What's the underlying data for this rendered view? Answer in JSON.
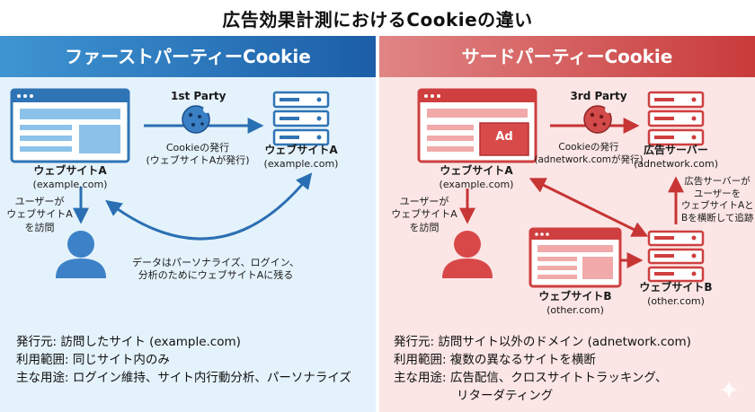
{
  "title": "広告効果計測におけるCookieの違い",
  "left": {
    "banner": "ファーストパーティーCookie",
    "party_label": "1st Party",
    "site_a_name": "ウェブサイトA",
    "site_a_domain": "(example.com)",
    "cookie_issue_line1": "Cookieの発行",
    "cookie_issue_line2": "(ウェブサイトAが発行)",
    "server_name": "ウェブサイトA",
    "server_domain": "(example.com)",
    "visit_line1": "ユーザーが",
    "visit_line2": "ウェブサイトA",
    "visit_line3": "を訪問",
    "data_line1": "データはパーソナライズ、ログイン、",
    "data_line2": "分析のためにウェブサイトAに残る",
    "info": {
      "issuer": "発行元: 訪問したサイト (example.com)",
      "scope": "利用範囲: 同じサイト内のみ",
      "usage": "主な用途: ログイン維持、サイト内行動分析、パーソナライズ"
    },
    "color": "#2a73b8"
  },
  "right": {
    "banner": "サードパーティーCookie",
    "party_label": "3rd Party",
    "site_a_name": "ウェブサイトA",
    "site_a_domain": "(example.com)",
    "ad_label": "Ad",
    "cookie_issue_line1": "Cookieの発行",
    "cookie_issue_line2": "(adnetwork.comが発行)",
    "server_name": "広告サーバー",
    "server_domain": "(adnetwork.com)",
    "visit_line1": "ユーザーが",
    "visit_line2": "ウェブサイトA",
    "visit_line3": "を訪問",
    "track_line1": "広告サーバーが",
    "track_line2": "ユーザーを",
    "track_line3": "ウェブサイトAと",
    "track_line4": "Bを横断して追跡",
    "site_b_name": "ウェブサイトB",
    "site_b_domain": "(other.com)",
    "server_b_name": "ウェブサイトB",
    "server_b_domain": "(other.com)",
    "info": {
      "issuer": "発行元: 訪問サイト以外のドメイン (adnetwork.com)",
      "scope": "利用範囲: 複数の異なるサイトを横断",
      "usage": "主な用途: 広告配信、クロスサイトトラッキング、",
      "usage_cont": "リターダティング"
    },
    "color": "#d94444"
  }
}
